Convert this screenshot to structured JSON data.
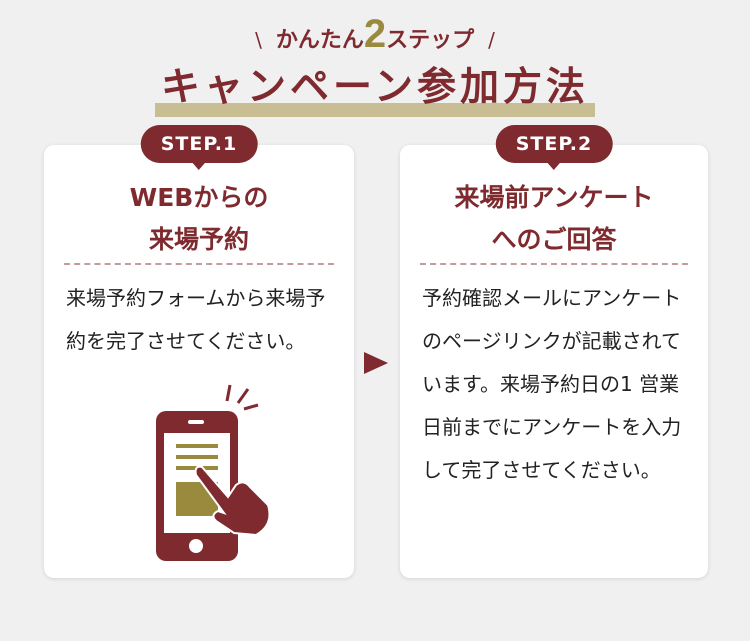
{
  "header": {
    "subtitle_pre": "かんたん",
    "subtitle_num": "2",
    "subtitle_post": "ステップ",
    "title": "キャンペーン参加方法"
  },
  "steps": [
    {
      "badge": "STEP.1",
      "title_lines": [
        "WEBからの",
        "来場予約"
      ],
      "body": "来場予約フォームから来場予約を完了させてください。"
    },
    {
      "badge": "STEP.2",
      "title_lines": [
        "来場前アンケート",
        "へのご回答"
      ],
      "body": "予約確認メールにアンケートのページリンクが記載されています。来場予約日の1 営業日前までにアンケートを入力して完了させてください。"
    }
  ],
  "colors": {
    "primary": "#7e2a2f",
    "accent": "#9a8a3e",
    "underline": "#c8bd93"
  }
}
